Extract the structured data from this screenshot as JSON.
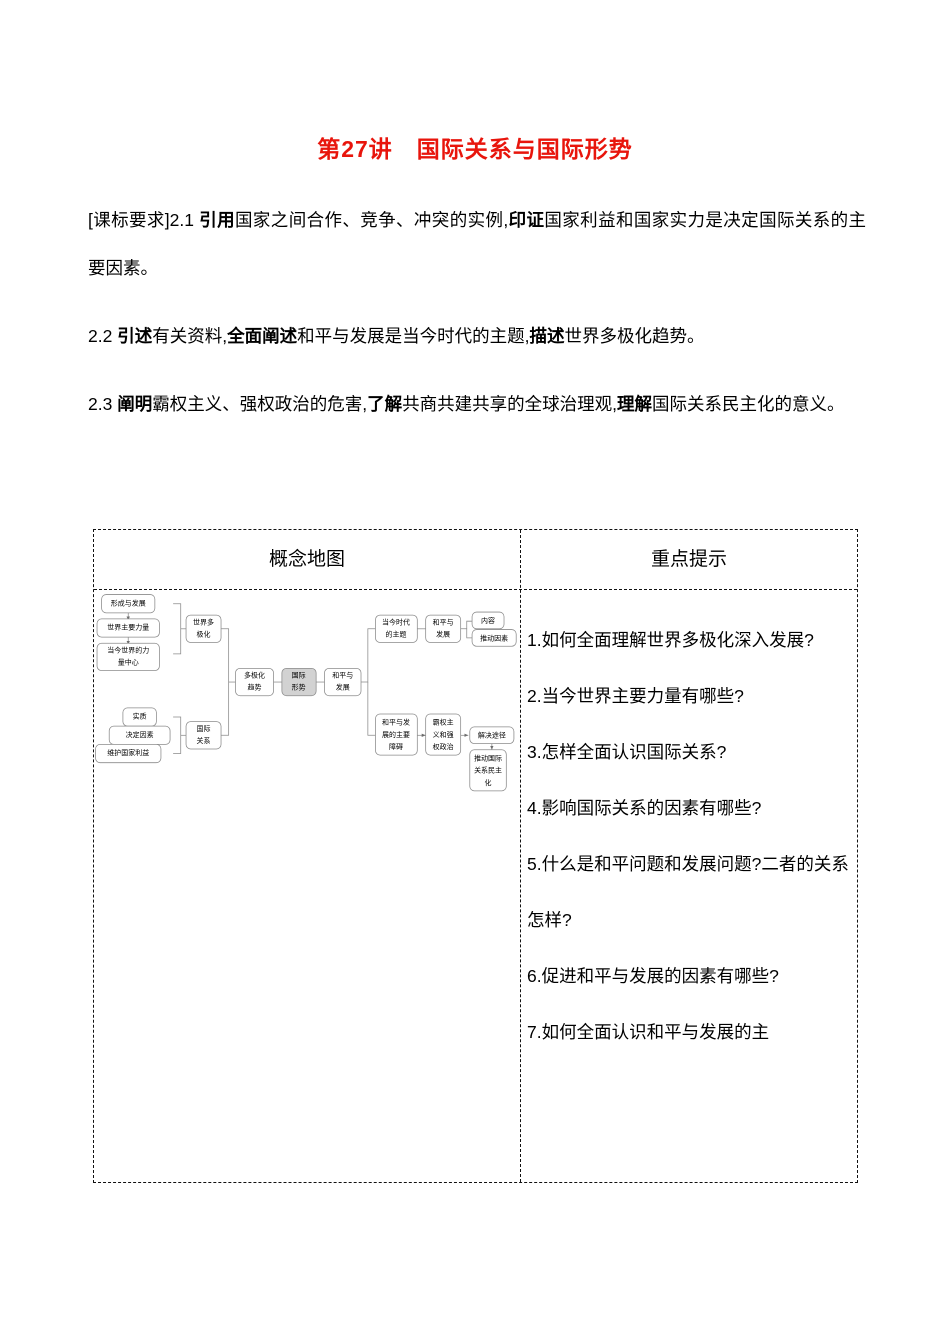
{
  "title": "第27讲　国际关系与国际形势",
  "standards": [
    {
      "id": "2.1",
      "runs": [
        {
          "t": "[课标要求]2.1 ",
          "b": false
        },
        {
          "t": "引用",
          "b": true
        },
        {
          "t": "国家之间合作、竞争、冲突的实例,",
          "b": false
        },
        {
          "t": "印证",
          "b": true
        },
        {
          "t": "国家利益和国家实力是决定国际关系的主要因素。",
          "b": false
        }
      ]
    },
    {
      "id": "2.2",
      "runs": [
        {
          "t": "2.2 ",
          "b": false
        },
        {
          "t": "引述",
          "b": true
        },
        {
          "t": "有关资料,",
          "b": false
        },
        {
          "t": "全面阐述",
          "b": true
        },
        {
          "t": "和平与发展是当今时代的主题,",
          "b": false
        },
        {
          "t": "描述",
          "b": true
        },
        {
          "t": "世界多极化趋势。",
          "b": false
        }
      ]
    },
    {
      "id": "2.3",
      "runs": [
        {
          "t": "2.3 ",
          "b": false
        },
        {
          "t": "阐明",
          "b": true
        },
        {
          "t": "霸权主义、强权政治的危害,",
          "b": false
        },
        {
          "t": "了解",
          "b": true
        },
        {
          "t": "共商共建共享的全球治理观,",
          "b": false
        },
        {
          "t": "理解",
          "b": true
        },
        {
          "t": "国际关系民主化的意义。",
          "b": false
        }
      ]
    }
  ],
  "table": {
    "headers": {
      "left": "概念地图",
      "right": "重点提示"
    }
  },
  "key_points": [
    "1.如何全面理解世界多极化深入发展?",
    "2.当今世界主要力量有哪些?",
    "3.怎样全面认识国际关系?",
    "4.影响国际关系的因素有哪些?",
    "5.什么是和平问题和发展问题?二者的关系怎样?",
    "6.促进和平与发展的因素有哪些?",
    "7.如何全面认识和平与发展的主"
  ],
  "concept_map": {
    "colors": {
      "node_fill": "#ffffff",
      "node_fill_shaded": "#d2d2d2",
      "node_stroke": "#8b8b8b",
      "link_stroke": "#8b8b8b"
    },
    "nodes": {
      "n_xingcheng": "形成与发展",
      "n_zhuyao_liliang": "世界主要力量",
      "n_liliang_zhongxin_l1": "当今世界的力",
      "n_liliang_zhongxin_l2": "量中心",
      "n_duojihua_l1": "世界多",
      "n_duojihua_l2": "极化",
      "n_shizhi": "实质",
      "n_juedingyinsu": "决定因素",
      "n_weihu": "维护国家利益",
      "n_guoji_guanxi_l1": "国际",
      "n_guoji_guanxi_l2": "关系",
      "n_duojihua_qushi_l1": "多极化",
      "n_duojihua_qushi_l2": "趋势",
      "n_guoji_xingshi_l1": "国际",
      "n_guoji_xingshi_l2": "形势",
      "n_hepingfazhan_l1": "和平与",
      "n_hepingfazhan_l2": "发展",
      "n_shidai_zhuti_l1": "当今时代",
      "n_shidai_zhuti_l2": "的主题",
      "n_hpfz2_l1": "和平与",
      "n_hpfz2_l2": "发展",
      "n_neirong": "内容",
      "n_tuidong_yinsu": "推动因素",
      "n_zhangai_l1": "和平与发",
      "n_zhangai_l2": "展的主要",
      "n_zhangai_l3": "障碍",
      "n_baquan_l1": "霸权主",
      "n_baquan_l2": "义和强",
      "n_baquan_l3": "权政治",
      "n_jiejue_tujing": "解决途径",
      "n_minzhuhua_l1": "推动国际",
      "n_minzhuhua_l2": "关系民主",
      "n_minzhuhua_l3": "化"
    }
  }
}
